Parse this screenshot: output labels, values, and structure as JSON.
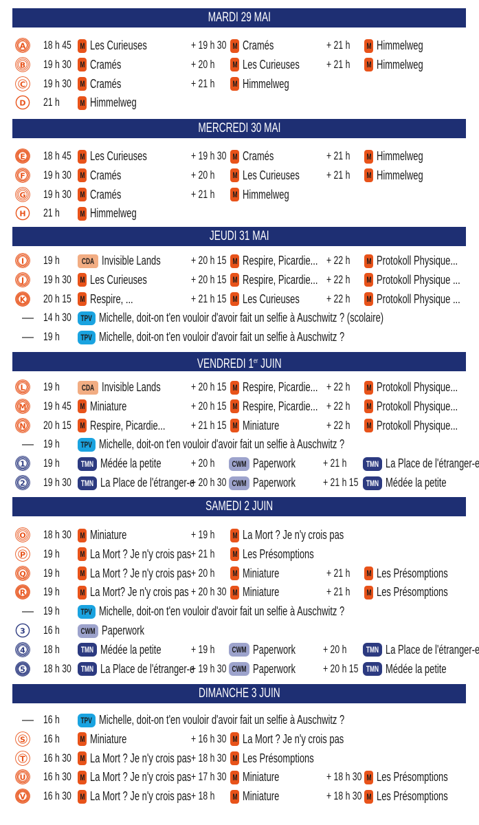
{
  "colors": {
    "header_bg": "#1e2f73",
    "orange": "#e8531a",
    "navy": "#2c3a80",
    "cda": "#f2ad83",
    "tpv": "#1aa3e0",
    "cwm": "#9da3cc"
  },
  "days": [
    {
      "title": "MARDI 29 MAI",
      "rows": [
        {
          "badge": "A",
          "rings": 4,
          "color": "orange",
          "time": "18 h 45",
          "items": [
            {
              "tag": "M",
              "show": "Les Curieuses"
            },
            {
              "plus": "+ 19 h 30",
              "tag": "M",
              "show": "Cramés"
            },
            {
              "plus": "+ 21 h",
              "tag": "M",
              "show": "Himmelweg"
            }
          ]
        },
        {
          "badge": "B",
          "rings": 3,
          "color": "orange",
          "time": "19 h 30",
          "items": [
            {
              "tag": "M",
              "show": "Cramés"
            },
            {
              "plus": "+ 20 h",
              "tag": "M",
              "show": "Les Curieuses"
            },
            {
              "plus": "+ 21 h",
              "tag": "M",
              "show": "Himmelweg"
            }
          ]
        },
        {
          "badge": "C",
          "rings": 2,
          "color": "orange",
          "time": "19 h 30",
          "items": [
            {
              "tag": "M",
              "show": "Cramés"
            },
            {
              "plus": "+ 21 h",
              "tag": "M",
              "show": "Himmelweg"
            }
          ]
        },
        {
          "badge": "D",
          "rings": 1,
          "color": "orange",
          "time": "21 h",
          "items": [
            {
              "tag": "M",
              "show": "Himmelweg"
            }
          ]
        }
      ]
    },
    {
      "title": "MERCREDI 30 MAI",
      "rows": [
        {
          "badge": "E",
          "rings": 5,
          "color": "orange",
          "time": "18 h 45",
          "items": [
            {
              "tag": "M",
              "show": "Les Curieuses"
            },
            {
              "plus": "+ 19 h 30",
              "tag": "M",
              "show": "Cramés"
            },
            {
              "plus": "+ 21 h",
              "tag": "M",
              "show": "Himmelweg"
            }
          ]
        },
        {
          "badge": "F",
          "rings": 4,
          "color": "orange",
          "time": "19 h 30",
          "items": [
            {
              "tag": "M",
              "show": "Cramés"
            },
            {
              "plus": "+ 20 h",
              "tag": "M",
              "show": "Les Curieuses"
            },
            {
              "plus": "+ 21 h",
              "tag": "M",
              "show": "Himmelweg"
            }
          ]
        },
        {
          "badge": "G",
          "rings": 3,
          "color": "orange",
          "time": "19 h 30",
          "items": [
            {
              "tag": "M",
              "show": "Cramés"
            },
            {
              "plus": "+ 21 h",
              "tag": "M",
              "show": "Himmelweg"
            }
          ]
        },
        {
          "badge": "H",
          "rings": 1,
          "color": "orange",
          "time": "21 h",
          "items": [
            {
              "tag": "M",
              "show": "Himmelweg"
            }
          ]
        }
      ]
    },
    {
      "title": "JEUDI 31 MAI",
      "rows": [
        {
          "badge": "I",
          "rings": 4,
          "color": "orange",
          "time": "19 h",
          "items": [
            {
              "tag": "CDA",
              "show": "Invisible Lands"
            },
            {
              "plus": "+ 20 h 15",
              "tag": "M",
              "show": "Respire, Picardie..."
            },
            {
              "plus": "+ 22 h",
              "tag": "M",
              "show": "Protokoll Physique..."
            }
          ]
        },
        {
          "badge": "J",
          "rings": 4,
          "color": "orange",
          "time": "19 h 30",
          "items": [
            {
              "tag": "M",
              "show": "Les Curieuses"
            },
            {
              "plus": "+ 20 h 15",
              "tag": "M",
              "show": "Respire, Picardie..."
            },
            {
              "plus": "+ 22 h",
              "tag": "M",
              "show": "Protokoll Physique ..."
            }
          ]
        },
        {
          "badge": "K",
          "rings": 5,
          "color": "orange",
          "time": "20 h 15",
          "items": [
            {
              "tag": "M",
              "show": "Respire, ..."
            },
            {
              "plus": "+ 21 h 15",
              "tag": "M",
              "show": "Les Curieuses"
            },
            {
              "plus": "+ 22 h",
              "tag": "M",
              "show": "Protokoll Physique ..."
            }
          ]
        },
        {
          "badge": "—",
          "rings": 0,
          "color": "black",
          "time": "14 h 30",
          "light": true,
          "items": [
            {
              "tag": "TPV",
              "show": "Michelle, doit-on t'en vouloir d'avoir fait un selfie à Auschwitz ? (scolaire)"
            }
          ]
        },
        {
          "badge": "—",
          "rings": 0,
          "color": "black",
          "time": "19 h",
          "items": [
            {
              "tag": "TPV",
              "show": "Michelle, doit-on t'en vouloir d'avoir fait un selfie à Auschwitz ?"
            }
          ]
        }
      ]
    },
    {
      "title": "VENDREDI 1",
      "title_sup": "er",
      "title_tail": " JUIN",
      "rows": [
        {
          "badge": "L",
          "rings": 4,
          "color": "orange",
          "time": "19 h",
          "items": [
            {
              "tag": "CDA",
              "show": "Invisible Lands"
            },
            {
              "plus": "+ 20 h 15",
              "tag": "M",
              "show": "Respire, Picardie..."
            },
            {
              "plus": "+ 22 h",
              "tag": "M",
              "show": "Protokoll Physique..."
            }
          ]
        },
        {
          "badge": "M",
          "rings": 4,
          "color": "orange",
          "time": "19 h 45",
          "items": [
            {
              "tag": "M",
              "show": "Miniature"
            },
            {
              "plus": "+ 20 h 15",
              "tag": "M",
              "show": "Respire, Picardie..."
            },
            {
              "plus": "+ 22 h",
              "tag": "M",
              "show": "Protokoll Physique..."
            }
          ]
        },
        {
          "badge": "N",
          "rings": 4,
          "color": "orange",
          "time": "20 h 15",
          "items": [
            {
              "tag": "M",
              "show": "Respire, Picardie..."
            },
            {
              "plus": "+ 21 h 15",
              "tag": "M",
              "show": "Miniature"
            },
            {
              "plus": "+ 22 h",
              "tag": "M",
              "show": "Protokoll Physique..."
            }
          ]
        },
        {
          "badge": "—",
          "rings": 0,
          "color": "black",
          "time": "19 h",
          "items": [
            {
              "tag": "TPV",
              "show": "Michelle, doit-on t'en vouloir d'avoir fait un selfie à Auschwitz ?"
            }
          ]
        },
        {
          "badge": "1",
          "rings": 4,
          "color": "navy",
          "time": "19 h",
          "layout": "tight",
          "items": [
            {
              "tag": "TMN",
              "show": "Médée la petite"
            },
            {
              "plus": "+ 20 h",
              "tag": "CWM",
              "show": "Paperwork"
            },
            {
              "plus": "+ 21 h",
              "tag": "TMN",
              "show": "La Place de l'étranger-e"
            }
          ]
        },
        {
          "badge": "2",
          "rings": 4,
          "color": "navy",
          "time": "19 h 30",
          "layout": "tight",
          "items": [
            {
              "tag": "TMN",
              "show": "La Place de l'étranger-e"
            },
            {
              "plus": "+ 20 h 30",
              "tag": "CWM",
              "show": "Paperwork"
            },
            {
              "plus": "+ 21 h 15",
              "tag": "TMN",
              "show": "Médée la petite"
            }
          ]
        }
      ]
    },
    {
      "title": "SAMEDI 2 JUIN",
      "rows": [
        {
          "badge": "O",
          "rings": 3,
          "color": "orange",
          "time": "18 h 30",
          "items": [
            {
              "tag": "M",
              "show": "Miniature"
            },
            {
              "plus": "+ 19 h",
              "tag": "M",
              "show": "La Mort ? Je n'y crois pas"
            }
          ]
        },
        {
          "badge": "P",
          "rings": 2,
          "color": "orange",
          "time": "19 h",
          "items": [
            {
              "tag": "M",
              "show": "La Mort ? Je n'y crois pas"
            },
            {
              "plus": "+ 21 h",
              "tag": "M",
              "show": "Les Présomptions"
            }
          ]
        },
        {
          "badge": "Q",
          "rings": 4,
          "color": "orange",
          "time": "19 h",
          "items": [
            {
              "tag": "M",
              "show": "La Mort ? Je n'y crois pas"
            },
            {
              "plus": "+ 20 h",
              "tag": "M",
              "show": "Miniature"
            },
            {
              "plus": "+ 21 h",
              "tag": "M",
              "show": "Les Présomptions"
            }
          ]
        },
        {
          "badge": "R",
          "rings": 5,
          "color": "orange",
          "time": "19 h",
          "items": [
            {
              "tag": "M",
              "show": "La Mort?  Je n'y crois pas"
            },
            {
              "plus": "+ 20 h 30",
              "tag": "M",
              "show": "Miniature"
            },
            {
              "plus": "+ 21 h",
              "tag": "M",
              "show": "Les Présomptions"
            }
          ]
        },
        {
          "badge": "—",
          "rings": 0,
          "color": "black",
          "time": "19 h",
          "items": [
            {
              "tag": "TPV",
              "show": "Michelle, doit-on t'en vouloir d'avoir fait un selfie à Auschwitz ?"
            }
          ]
        },
        {
          "badge": "3",
          "rings": 1,
          "color": "navy",
          "time": "16 h",
          "items": [
            {
              "tag": "CWM",
              "show": "Paperwork"
            }
          ]
        },
        {
          "badge": "4",
          "rings": 4,
          "color": "navy",
          "time": "18 h",
          "layout": "tight",
          "items": [
            {
              "tag": "TMN",
              "show": "Médée la petite"
            },
            {
              "plus": "+ 19 h",
              "tag": "CWM",
              "show": "Paperwork"
            },
            {
              "plus": "+ 20 h",
              "tag": "TMN",
              "show": "La Place de l'étranger-e"
            }
          ]
        },
        {
          "badge": "5",
          "rings": 5,
          "color": "navy",
          "time": "18 h 30",
          "layout": "tight",
          "items": [
            {
              "tag": "TMN",
              "show": "La Place de l'étranger-e"
            },
            {
              "plus": "+ 19 h 30",
              "tag": "CWM",
              "show": "Paperwork"
            },
            {
              "plus": "+ 20 h 15",
              "tag": "TMN",
              "show": "Médée la petite"
            }
          ]
        }
      ]
    },
    {
      "title": "DIMANCHE 3 JUIN",
      "rows": [
        {
          "badge": "—",
          "rings": 0,
          "color": "black",
          "time": "16 h",
          "items": [
            {
              "tag": "TPV",
              "show": "Michelle, doit-on t'en vouloir d'avoir fait un selfie à Auschwitz ?"
            }
          ]
        },
        {
          "badge": "S",
          "rings": 2,
          "color": "orange",
          "time": "16 h",
          "items": [
            {
              "tag": "M",
              "show": "Miniature"
            },
            {
              "plus": "+ 16 h 30",
              "tag": "M",
              "show": "La Mort ? Je n'y crois pas"
            }
          ]
        },
        {
          "badge": "T",
          "rings": 2,
          "color": "orange",
          "time": "16 h 30",
          "items": [
            {
              "tag": "M",
              "show": "La Mort ? Je n'y crois pas"
            },
            {
              "plus": "+ 18 h 30",
              "tag": "M",
              "show": "Les Présomptions"
            }
          ]
        },
        {
          "badge": "U",
          "rings": 4,
          "color": "orange",
          "time": "16 h 30",
          "items": [
            {
              "tag": "M",
              "show": "La Mort ? Je n'y crois pas"
            },
            {
              "plus": "+ 17 h 30",
              "tag": "M",
              "show": "Miniature"
            },
            {
              "plus": "+ 18 h 30",
              "tag": "M",
              "show": "Les Présomptions"
            }
          ]
        },
        {
          "badge": "V",
          "rings": 5,
          "color": "orange",
          "time": "16 h 30",
          "items": [
            {
              "tag": "M",
              "show": "La Mort ? Je n'y crois pas"
            },
            {
              "plus": "+ 18 h",
              "tag": "M",
              "show": "Miniature"
            },
            {
              "plus": "+ 18 h 30",
              "tag": "M",
              "show": "Les Présomptions"
            }
          ]
        }
      ]
    }
  ]
}
